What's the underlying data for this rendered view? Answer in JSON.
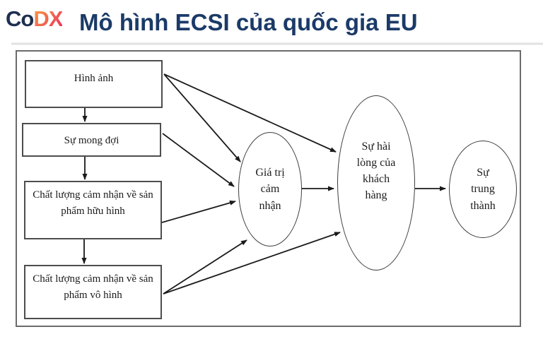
{
  "header": {
    "logo_part1": "Co",
    "logo_part2": "DX",
    "title": "Mô hình ECSI của quốc gia EU"
  },
  "colors": {
    "title_navy": "#1b3a68",
    "logo_navy": "#1e3050",
    "logo_gradient_start": "#f9a03f",
    "logo_gradient_end": "#ec2a5c",
    "box_border": "#4d4d4d",
    "outer_border": "#6b6b6b",
    "arrow": "#1a1a1a"
  },
  "diagram": {
    "boxes": [
      {
        "id": "image",
        "label": "Hình ảnh"
      },
      {
        "id": "expectation",
        "label": "Sự mong đợi"
      },
      {
        "id": "tangible",
        "label": "Chất lượng cảm nhận về sản phẩm hữu hình"
      },
      {
        "id": "intangible",
        "label": "Chất lượng cảm nhận về sản phẩm vô hình"
      }
    ],
    "ellipses": [
      {
        "id": "perceived-value",
        "label": "Giá trị cảm nhận"
      },
      {
        "id": "satisfaction",
        "label": "Sự hài lòng của khách hàng"
      },
      {
        "id": "loyalty",
        "label": "Sự trung thành"
      }
    ],
    "edges": [
      {
        "from": "image",
        "to": "expectation"
      },
      {
        "from": "expectation",
        "to": "tangible"
      },
      {
        "from": "tangible",
        "to": "intangible"
      },
      {
        "from": "image",
        "to": "perceived-value"
      },
      {
        "from": "image",
        "to": "satisfaction"
      },
      {
        "from": "expectation",
        "to": "perceived-value"
      },
      {
        "from": "tangible",
        "to": "perceived-value"
      },
      {
        "from": "intangible",
        "to": "perceived-value"
      },
      {
        "from": "intangible",
        "to": "satisfaction"
      },
      {
        "from": "perceived-value",
        "to": "satisfaction"
      },
      {
        "from": "satisfaction",
        "to": "loyalty"
      }
    ]
  }
}
